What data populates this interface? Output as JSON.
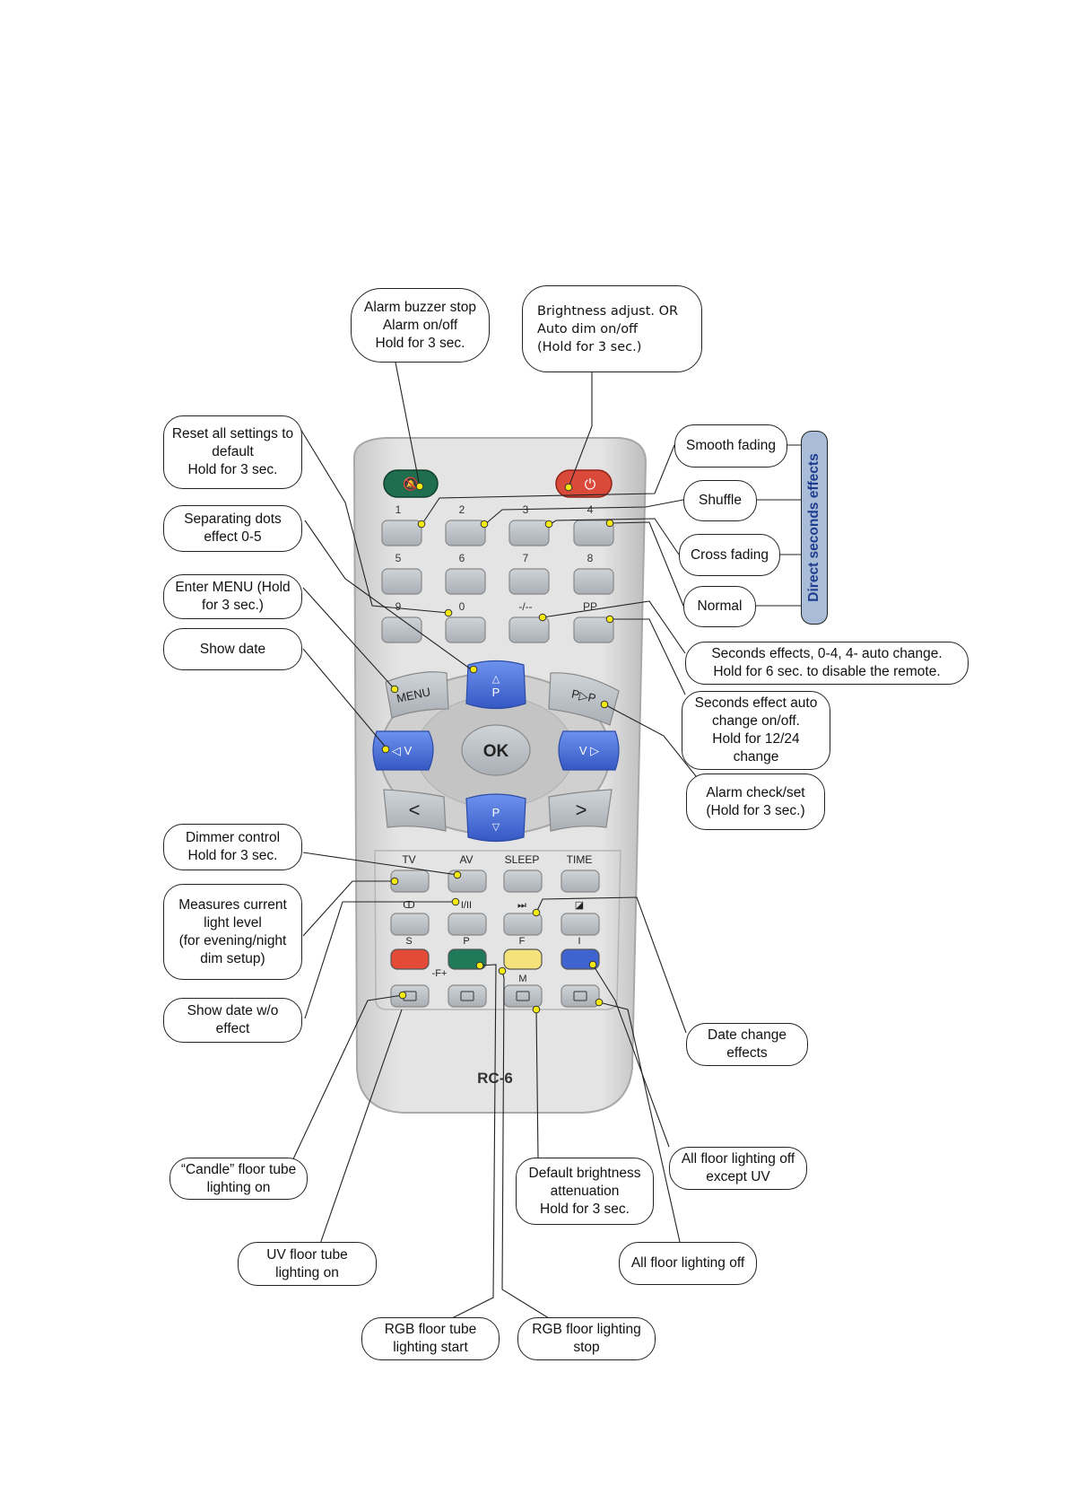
{
  "remote": {
    "model": "RC-6",
    "rows_upper": [
      [
        "1",
        "2",
        "3",
        "4"
      ],
      [
        "5",
        "6",
        "7",
        "8"
      ],
      [
        "9",
        "0",
        "-/--",
        "PP"
      ]
    ],
    "nav": {
      "menu": "MENU",
      "p_up": "P",
      "ppp": "P▷P",
      "left_vol": "◁ V",
      "ok": "OK",
      "right_vol": "V ▷",
      "back": "<",
      "p_down": "P",
      "forward": ">"
    },
    "func_row1": [
      "TV",
      "AV",
      "SLEEP",
      "TIME"
    ],
    "func_row2": [
      "ↀ",
      "I/II",
      "⏭",
      "◪"
    ],
    "func_row3": [
      "S",
      "P",
      "F",
      "I"
    ],
    "func_row4_labels": [
      "-F+",
      "M"
    ],
    "colors": {
      "body": "#dcdcdc",
      "key": "#bfc4c9",
      "blue": "#4a73d9",
      "green_power": "#1f6e4f",
      "red_power": "#d94a3a",
      "red_key": "#e34a38",
      "green_key": "#1f7a5a",
      "yellow_key": "#f5e27a",
      "blue_key": "#3f64d0",
      "dot": "#f4ea10"
    }
  },
  "callouts": {
    "alarm_buzzer": "Alarm buzzer stop\nAlarm on/off\nHold for 3 sec.",
    "brightness": "Brightness adjust. OR\nAuto dim on/off\n(Hold for 3 sec.)",
    "reset": "Reset all settings to\ndefault\nHold for 3 sec.",
    "separating_dots": "Separating dots\neffect 0-5",
    "enter_menu": "Enter MENU (Hold\nfor 3 sec.)",
    "show_date": "Show date",
    "smooth_fading": "Smooth fading",
    "shuffle": "Shuffle",
    "cross_fading": "Cross fading",
    "normal": "Normal",
    "direct_seconds": "Direct seconds effects",
    "seconds_effects": "Seconds effects, 0-4, 4- auto change.\nHold for 6 sec. to disable the remote.",
    "seconds_auto": "Seconds effect auto\nchange on/off.\nHold for 12/24\nchange",
    "alarm_check": "Alarm check/set\n(Hold for 3 sec.)",
    "dimmer": "Dimmer control\nHold for 3 sec.",
    "measures": "Measures current\nlight level\n(for evening/night\ndim setup)",
    "show_date_wo": "Show date w/o\neffect",
    "date_change": "Date change\neffects",
    "candle": "“Candle” floor tube\nlighting on",
    "uv_floor": "UV floor tube\nlighting on",
    "default_brightness": "Default brightness\nattenuation\nHold for 3 sec.",
    "all_off_except_uv": "All floor lighting off\nexcept UV",
    "all_off": "All floor lighting off",
    "rgb_start": "RGB floor tube\nlighting start",
    "rgb_stop": "RGB floor lighting\nstop"
  }
}
